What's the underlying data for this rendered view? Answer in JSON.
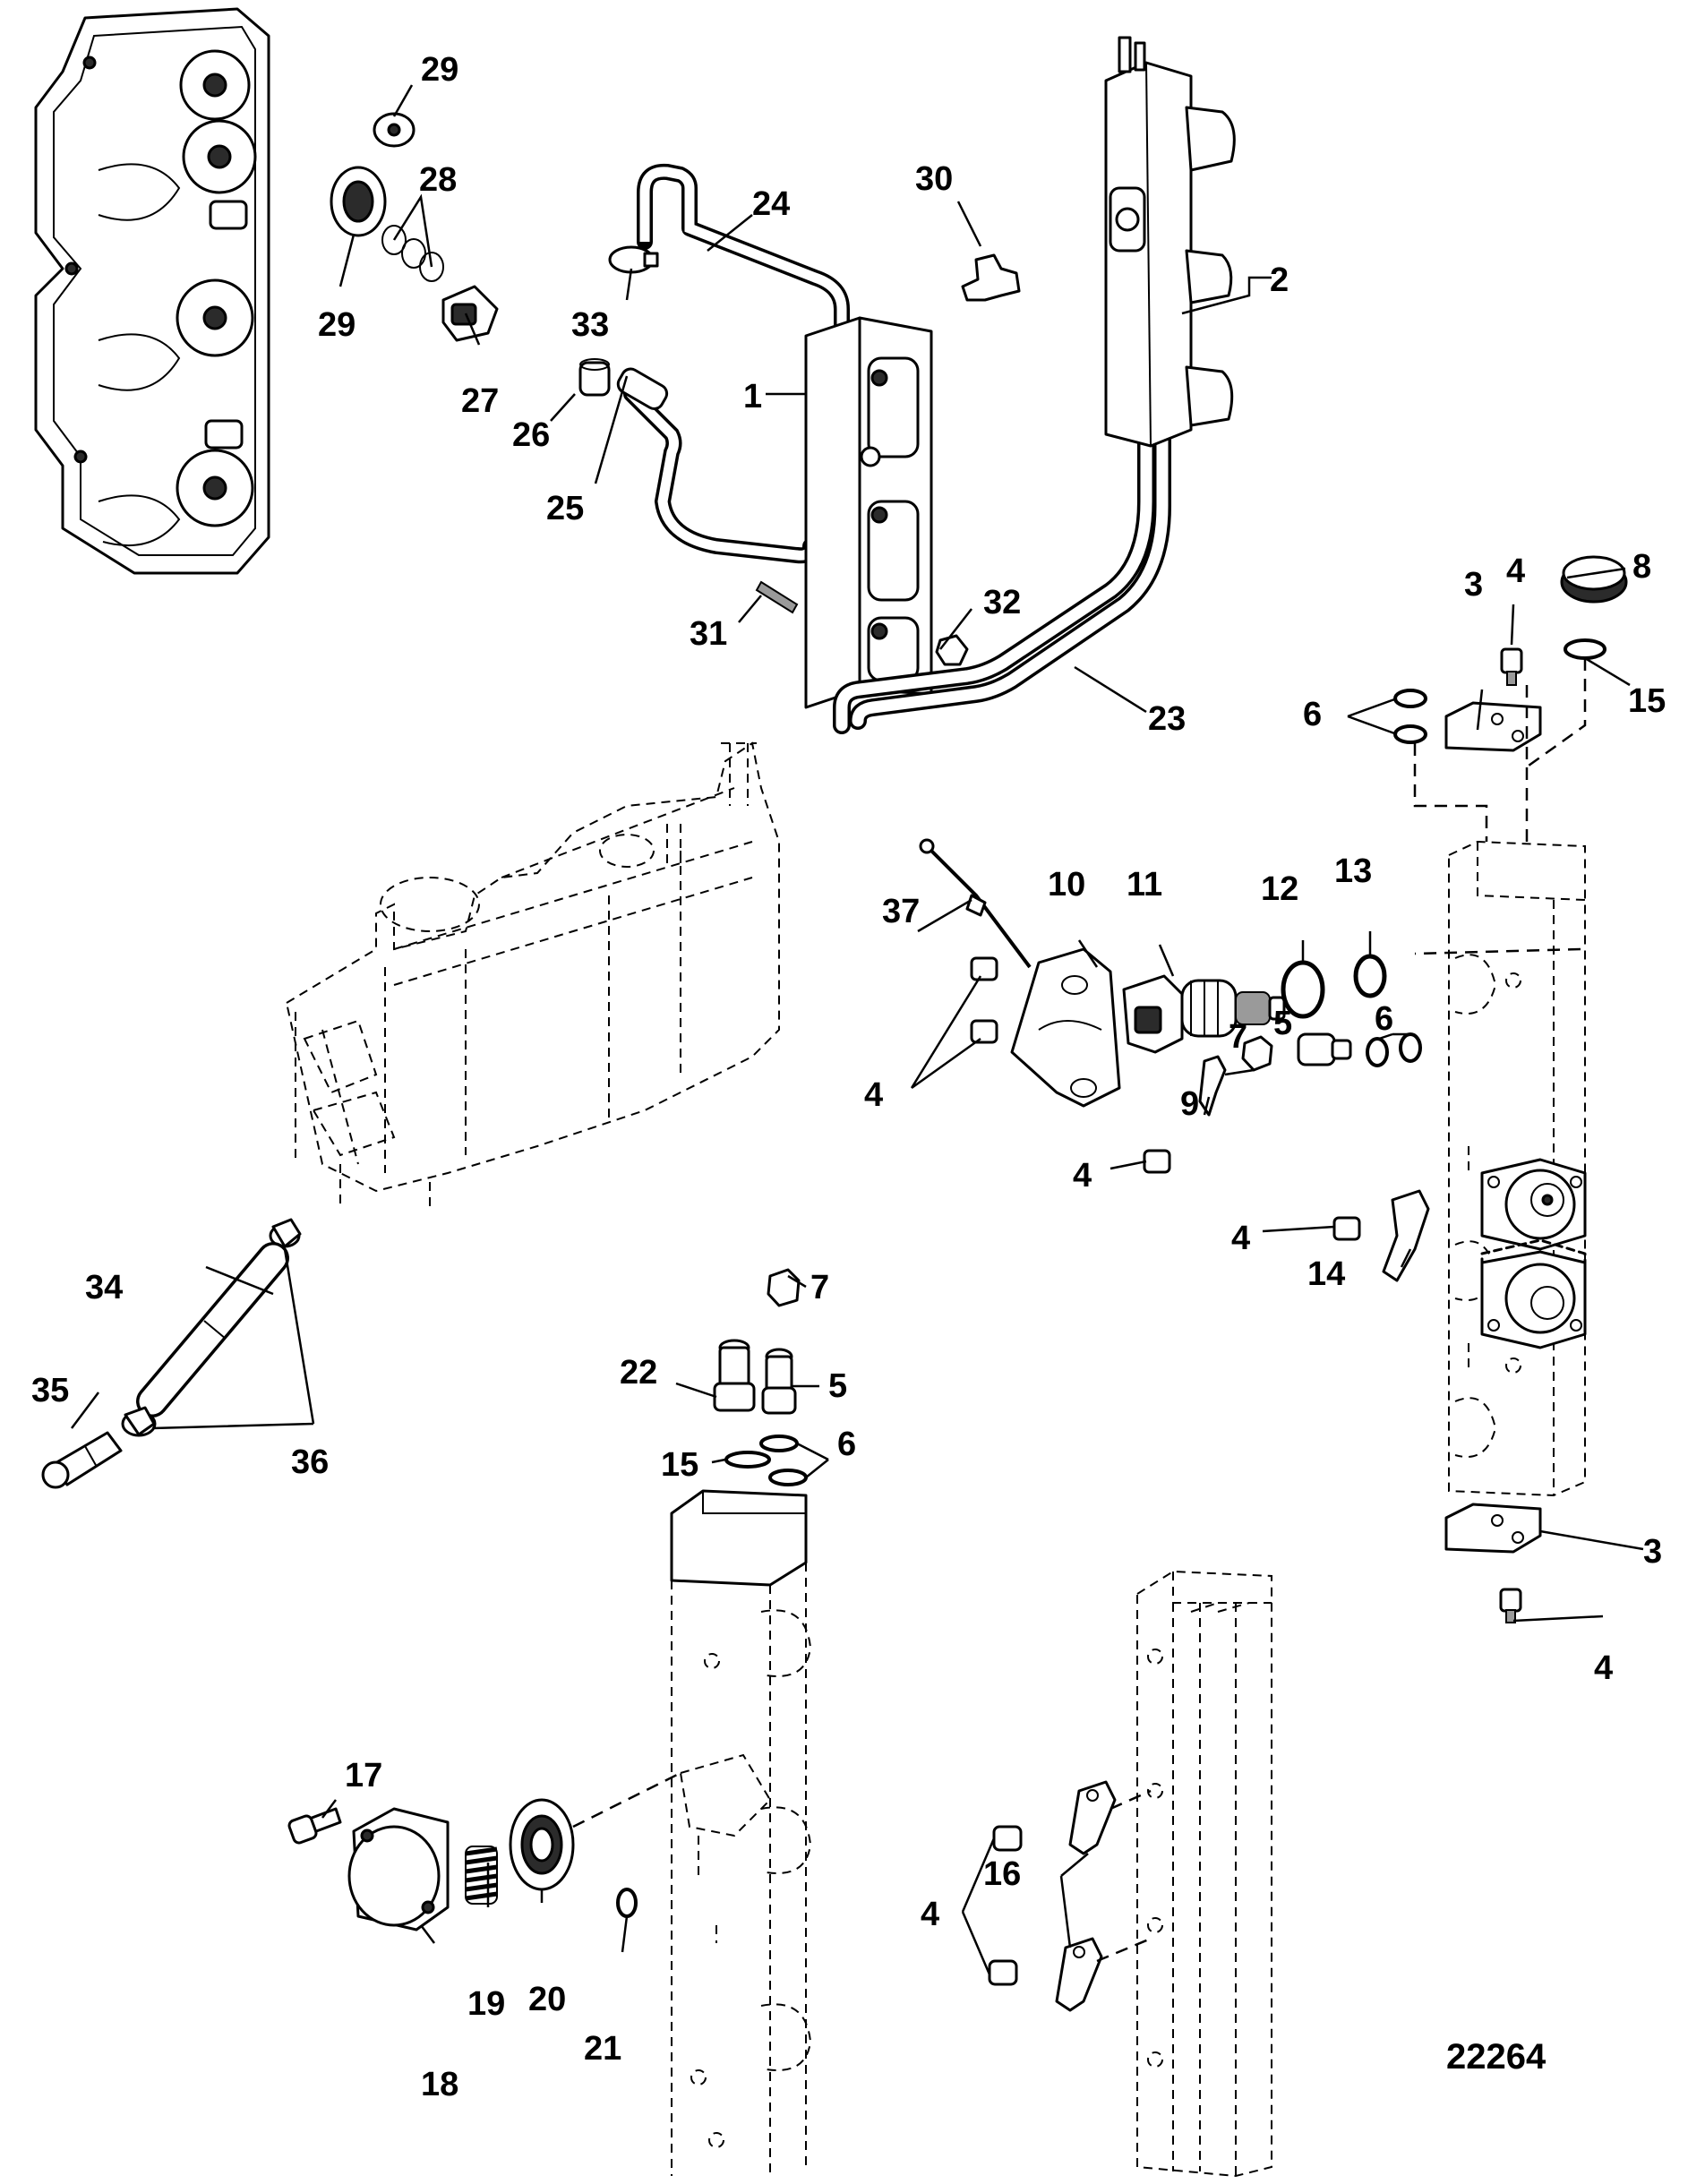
{
  "figure_number": "22264",
  "callouts": [
    {
      "id": "c1",
      "label": "1"
    },
    {
      "id": "c2",
      "label": "2"
    },
    {
      "id": "c3a",
      "label": "3"
    },
    {
      "id": "c3b",
      "label": "3"
    },
    {
      "id": "c4a",
      "label": "4"
    },
    {
      "id": "c4b",
      "label": "4"
    },
    {
      "id": "c4c",
      "label": "4"
    },
    {
      "id": "c4d",
      "label": "4"
    },
    {
      "id": "c4e",
      "label": "4"
    },
    {
      "id": "c4f",
      "label": "4"
    },
    {
      "id": "c5a",
      "label": "5"
    },
    {
      "id": "c5b",
      "label": "5"
    },
    {
      "id": "c6a",
      "label": "6"
    },
    {
      "id": "c6b",
      "label": "6"
    },
    {
      "id": "c6c",
      "label": "6"
    },
    {
      "id": "c7a",
      "label": "7"
    },
    {
      "id": "c7b",
      "label": "7"
    },
    {
      "id": "c8",
      "label": "8"
    },
    {
      "id": "c9",
      "label": "9"
    },
    {
      "id": "c10",
      "label": "10"
    },
    {
      "id": "c11",
      "label": "11"
    },
    {
      "id": "c12",
      "label": "12"
    },
    {
      "id": "c13",
      "label": "13"
    },
    {
      "id": "c14",
      "label": "14"
    },
    {
      "id": "c15a",
      "label": "15"
    },
    {
      "id": "c15b",
      "label": "15"
    },
    {
      "id": "c16",
      "label": "16"
    },
    {
      "id": "c17",
      "label": "17"
    },
    {
      "id": "c18",
      "label": "18"
    },
    {
      "id": "c19",
      "label": "19"
    },
    {
      "id": "c20",
      "label": "20"
    },
    {
      "id": "c21",
      "label": "21"
    },
    {
      "id": "c22",
      "label": "22"
    },
    {
      "id": "c23",
      "label": "23"
    },
    {
      "id": "c24",
      "label": "24"
    },
    {
      "id": "c25",
      "label": "25"
    },
    {
      "id": "c26",
      "label": "26"
    },
    {
      "id": "c27",
      "label": "27"
    },
    {
      "id": "c28",
      "label": "28"
    },
    {
      "id": "c29a",
      "label": "29"
    },
    {
      "id": "c29b",
      "label": "29"
    },
    {
      "id": "c30",
      "label": "30"
    },
    {
      "id": "c31",
      "label": "31"
    },
    {
      "id": "c32",
      "label": "32"
    },
    {
      "id": "c33",
      "label": "33"
    },
    {
      "id": "c34",
      "label": "34"
    },
    {
      "id": "c35",
      "label": "35"
    },
    {
      "id": "c36",
      "label": "36"
    },
    {
      "id": "c37",
      "label": "37"
    }
  ]
}
